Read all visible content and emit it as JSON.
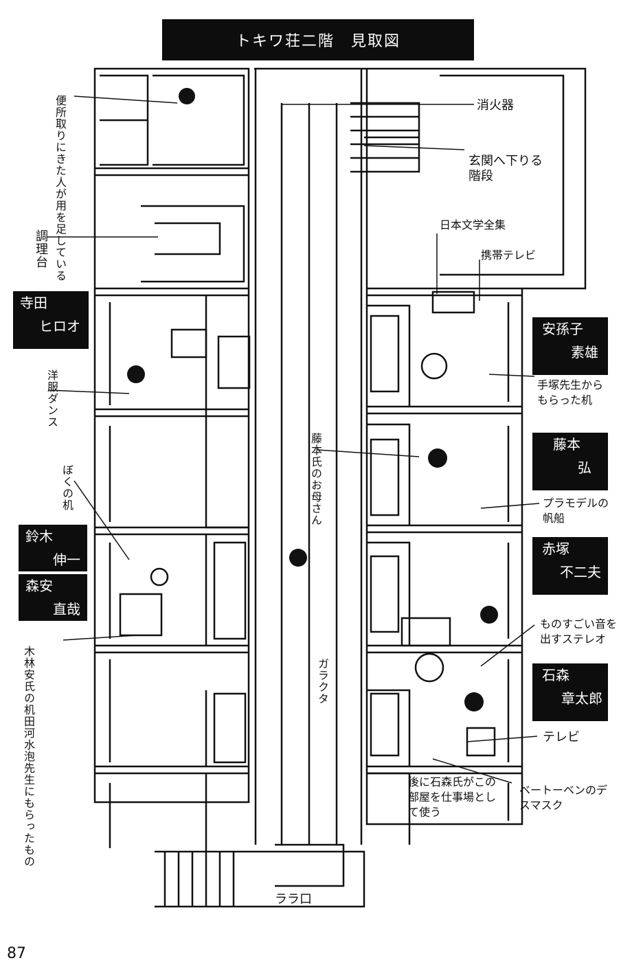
{
  "title": "トキワ荘二階　見取図",
  "page_number": "87",
  "residents": [
    {
      "l1": "寺田",
      "l2": "ヒロオ"
    },
    {
      "l1": "鈴木",
      "l2": "伸一"
    },
    {
      "l1": "森安",
      "l2": "直哉"
    },
    {
      "l1": "安孫子",
      "l2": "素雄"
    },
    {
      "l1": "藤本",
      "l2": "弘"
    },
    {
      "l1": "赤塚",
      "l2": "不二夫"
    },
    {
      "l1": "石森",
      "l2": "章太郎"
    }
  ],
  "labels": {
    "toilet_person": "便所取りにきた人が用を足している",
    "cooking_table": "調理台",
    "wardrobe": "洋服ダンス",
    "my_desk": "ぼくの机",
    "kibayashi_desk": "木林安氏の机田河水泡先生にもらったもの",
    "fujimoto_mother": "藤本氏のお母さん",
    "junk": "ガラクタ",
    "extinguisher": "消火器",
    "stairs": "玄関へ下りる階段",
    "literature": "日本文学全集",
    "portable_tv": "携帯テレビ",
    "tezuka_desk": "手塚先生からもらった机",
    "plamodel": "プラモデルの帆船",
    "stereo": "ものすごい音を出すステレオ",
    "tv": "テレビ",
    "beethoven": "ベートーベンのデスマスク",
    "later_workshop": "後に石森氏がこの部屋を仕事場として使う",
    "back_door": "ララ口"
  }
}
